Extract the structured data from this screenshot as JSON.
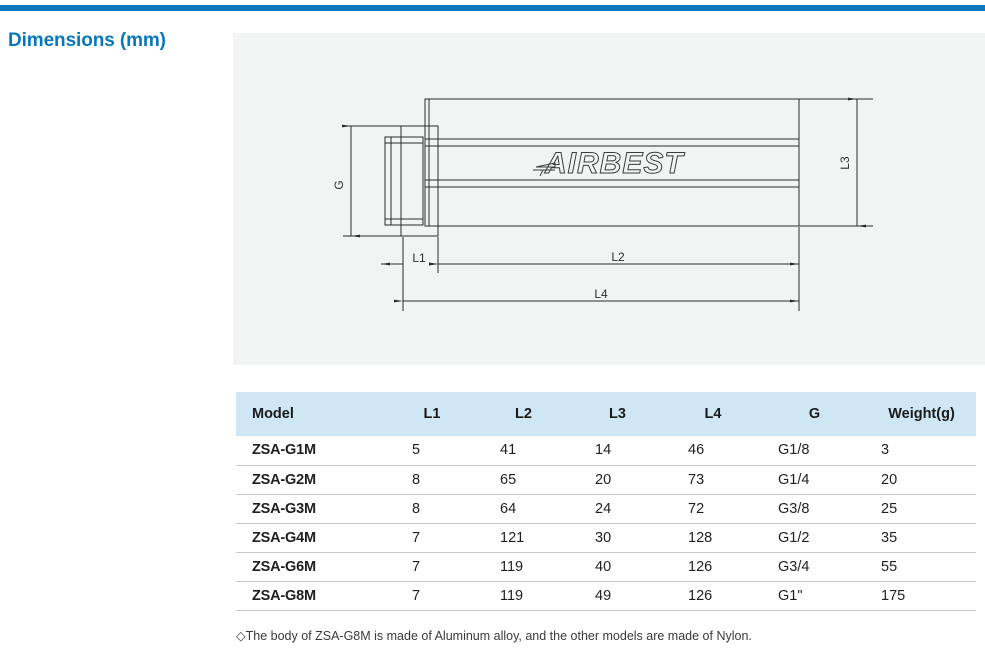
{
  "theme": {
    "accent_blue": "#0878bd",
    "table_header_bg": "#cfe7f5",
    "panel_bg": "#f2f3f3",
    "line_color": "#2b2b2b"
  },
  "section": {
    "title": "Dimensions (mm)"
  },
  "drawing": {
    "product_logo": "AIRBEST",
    "dimension_labels": {
      "g": "G",
      "l1": "L1",
      "l2": "L2",
      "l3": "L3",
      "l4": "L4"
    }
  },
  "table": {
    "columns": [
      "Model",
      "L1",
      "L2",
      "L3",
      "L4",
      "G",
      "Weight(g)"
    ],
    "rows": [
      {
        "model": "ZSA-G1M",
        "l1": "5",
        "l2": "41",
        "l3": "14",
        "l4": "46",
        "g": "G1/8",
        "weight": "3"
      },
      {
        "model": "ZSA-G2M",
        "l1": "8",
        "l2": "65",
        "l3": "20",
        "l4": "73",
        "g": "G1/4",
        "weight": "20"
      },
      {
        "model": "ZSA-G3M",
        "l1": "8",
        "l2": "64",
        "l3": "24",
        "l4": "72",
        "g": "G3/8",
        "weight": "25"
      },
      {
        "model": "ZSA-G4M",
        "l1": "7",
        "l2": "121",
        "l3": "30",
        "l4": "128",
        "g": "G1/2",
        "weight": "35"
      },
      {
        "model": "ZSA-G6M",
        "l1": "7",
        "l2": "119",
        "l3": "40",
        "l4": "126",
        "g": "G3/4",
        "weight": "55"
      },
      {
        "model": "ZSA-G8M",
        "l1": "7",
        "l2": "119",
        "l3": "49",
        "l4": "126",
        "g": "G1\"",
        "weight": "175"
      }
    ]
  },
  "footnote": {
    "text": "◇The body of ZSA-G8M is made of Aluminum alloy, and the other models are made of Nylon."
  }
}
